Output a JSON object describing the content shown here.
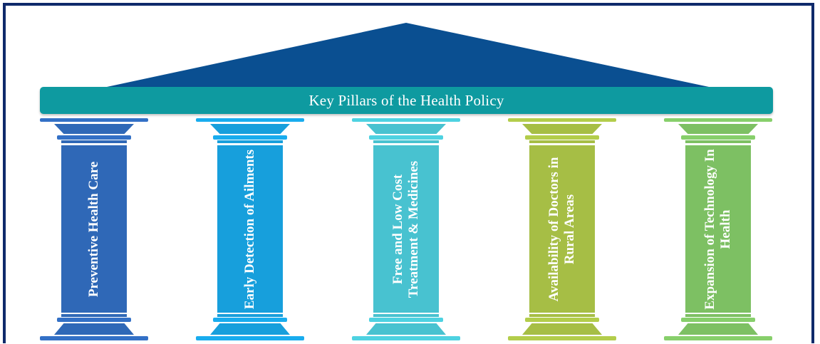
{
  "title": "Key Pillars of the Health Policy",
  "pillars": [
    {
      "label": "Preventive Health Care",
      "color": "#2f68b7"
    },
    {
      "label": "Early Detection of Ailments",
      "color": "#179fdc"
    },
    {
      "label": "Free and Low Cost Treatment & Medicines",
      "color": "#48c2d0"
    },
    {
      "label": "Availability of Doctors in Rural Areas",
      "color": "#a6be45"
    },
    {
      "label": "Expansion of Technology In Health",
      "color": "#7dc063"
    }
  ],
  "colors": {
    "roof": "#0a4f91",
    "beam": "#0e9aa0",
    "frame": "#0f2a6b"
  }
}
